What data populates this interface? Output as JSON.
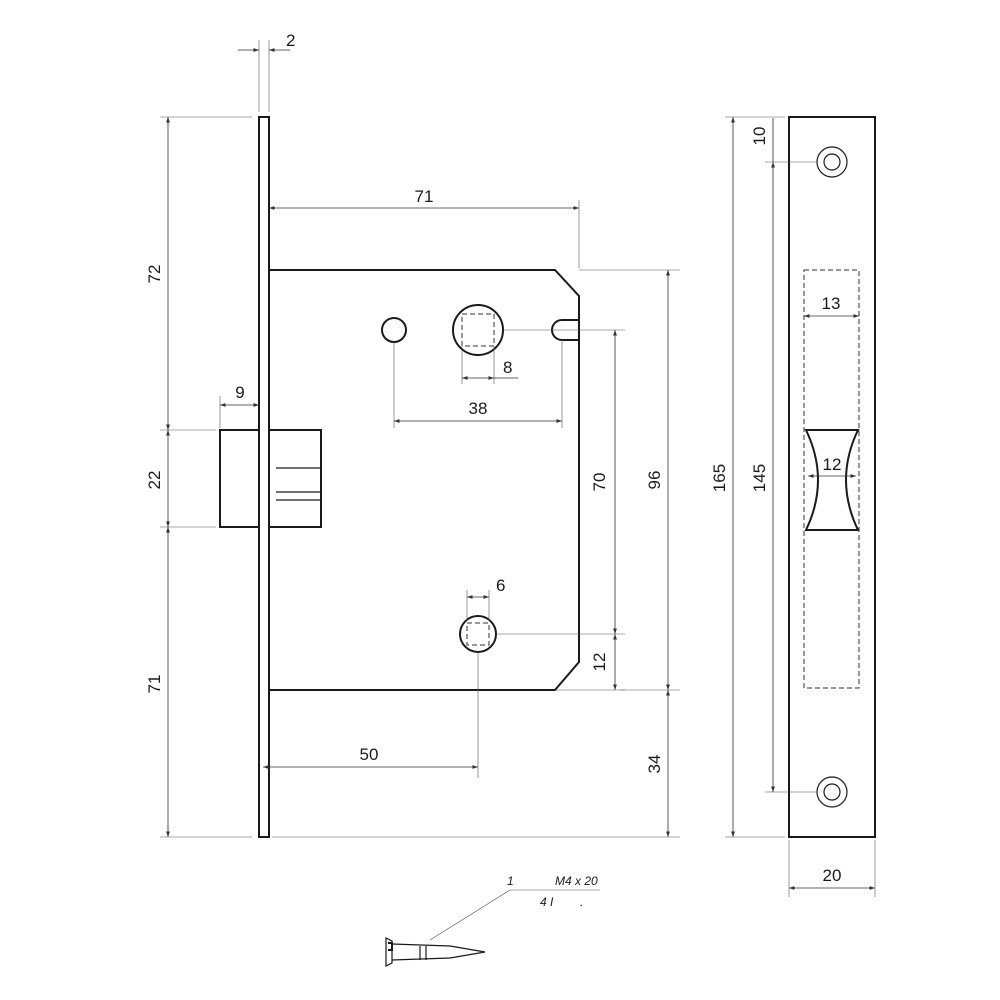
{
  "dimensions": {
    "faceplate_thickness": "2",
    "case_width": "71",
    "latch_top_offset": "72",
    "latch_projection": "9",
    "latch_height": "22",
    "latch_bottom_offset": "71",
    "spindle_square": "8",
    "spindle_to_hole": "38",
    "follower_distance": "70",
    "case_height": "96",
    "bottom_square": "6",
    "bottom_offset": "12",
    "backset": "50",
    "bottom_extension": "34",
    "total_height": "165",
    "screw_spacing": "145",
    "screw_edge": "10",
    "window_width": "13",
    "latch_slot_width": "12",
    "strike_width": "20"
  },
  "screw_label": {
    "qty": "1",
    "spec": "M4 x 20",
    "sub": "4 I",
    "dot": "."
  }
}
